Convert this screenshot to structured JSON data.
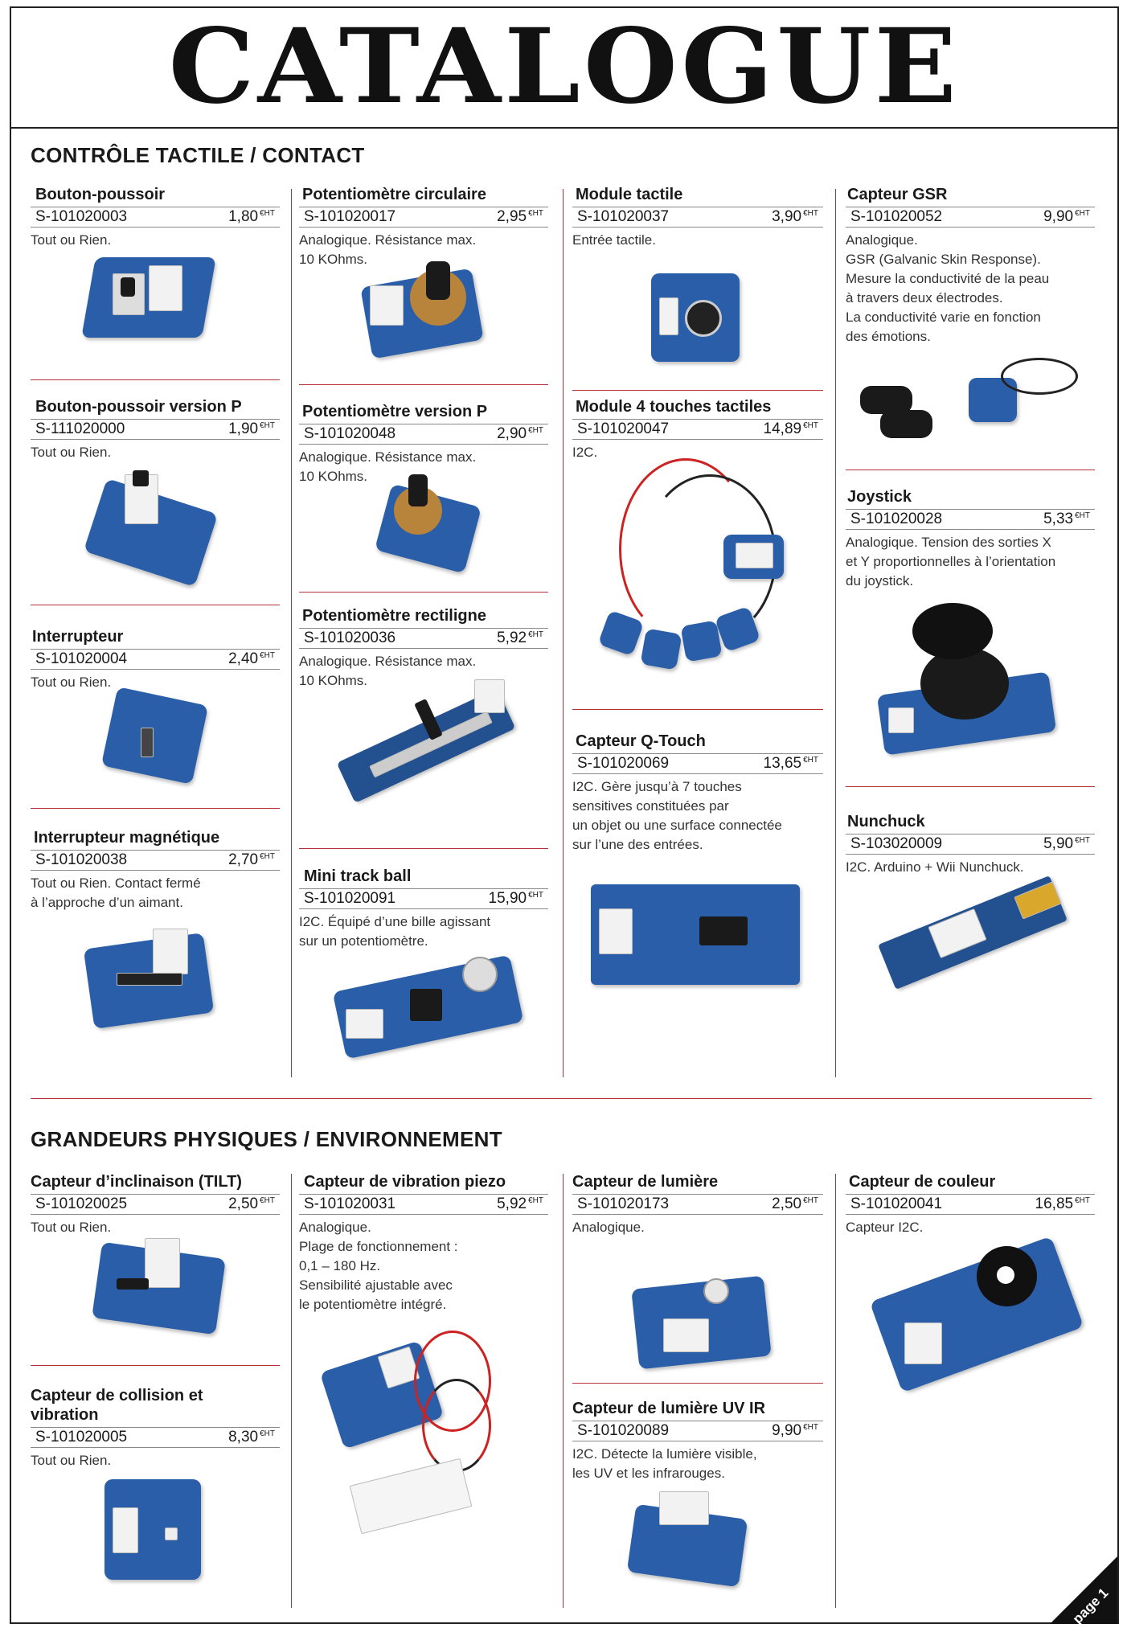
{
  "header": {
    "title": "CATALOGUE"
  },
  "sections": [
    {
      "title": "CONTRÔLE TACTILE / CONTACT"
    },
    {
      "title": "GRANDEURS PHYSIQUES / ENVIRONNEMENT"
    }
  ],
  "items": [
    {
      "name": "Bouton-poussoir",
      "ref": "S-101020003",
      "price": "1,80",
      "desc": "Tout ou Rien."
    },
    {
      "name": "Bouton-poussoir version P",
      "ref": "S-111020000",
      "price": "1,90",
      "desc": "Tout ou Rien."
    },
    {
      "name": "Interrupteur",
      "ref": "S-101020004",
      "price": "2,40",
      "desc": "Tout ou Rien."
    },
    {
      "name": "Interrupteur magnétique",
      "ref": "S-101020038",
      "price": "2,70",
      "desc": "Tout ou Rien. Contact fermé\nà l’approche d’un aimant."
    },
    {
      "name": "Potentiomètre circulaire",
      "ref": "S-101020017",
      "price": "2,95",
      "desc": "Analogique. Résistance max.\n10 KOhms."
    },
    {
      "name": "Potentiomètre version P",
      "ref": "S-101020048",
      "price": "2,90",
      "desc": "Analogique. Résistance max.\n10 KOhms."
    },
    {
      "name": "Potentiomètre rectiligne",
      "ref": "S-101020036",
      "price": "5,92",
      "desc": "Analogique. Résistance max.\n10 KOhms."
    },
    {
      "name": "Mini track ball",
      "ref": "S-101020091",
      "price": "15,90",
      "desc": "I2C. Équipé d’une bille agissant\nsur un potentiomètre."
    },
    {
      "name": "Module tactile",
      "ref": "S-101020037",
      "price": "3,90",
      "desc": "Entrée tactile."
    },
    {
      "name": "Module 4 touches tactiles",
      "ref": "S-101020047",
      "price": "14,89",
      "desc": "I2C."
    },
    {
      "name": "Capteur Q-Touch",
      "ref": "S-101020069",
      "price": "13,65",
      "desc": "I2C. Gère jusqu’à 7 touches\nsensitives constituées par\nun objet ou une surface connectée\nsur l’une des entrées."
    },
    {
      "name": "Capteur GSR",
      "ref": "S-101020052",
      "price": "9,90",
      "desc": "Analogique.\nGSR (Galvanic Skin Response).\nMesure la conductivité de la peau\nà travers deux électrodes.\nLa conductivité varie en fonction\ndes émotions."
    },
    {
      "name": "Joystick",
      "ref": "S-101020028",
      "price": "5,33",
      "desc": "Analogique. Tension des sorties X\net Y proportionnelles à l’orientation\ndu joystick."
    },
    {
      "name": "Nunchuck",
      "ref": "S-103020009",
      "price": "5,90",
      "desc": "I2C. Arduino + Wii Nunchuck."
    },
    {
      "name": "Capteur d’inclinaison (TILT)",
      "ref": "S-101020025",
      "price": "2,50",
      "desc": "Tout ou Rien."
    },
    {
      "name": "Capteur de collision et\nvibration",
      "ref": "S-101020005",
      "price": "8,30",
      "desc": "Tout ou Rien."
    },
    {
      "name": "Capteur de vibration piezo",
      "ref": "S-101020031",
      "price": "5,92",
      "desc": "Analogique.\nPlage de fonctionnement :\n0,1 – 180 Hz.\nSensibilité ajustable avec\nle potentiomètre intégré."
    },
    {
      "name": "Capteur de lumière",
      "ref": "S-101020173",
      "price": "2,50",
      "desc": "Analogique."
    },
    {
      "name": "Capteur de lumière UV IR",
      "ref": "S-101020089",
      "price": "9,90",
      "desc": "I2C. Détecte la lumière visible,\nles UV et les infrarouges."
    },
    {
      "name": "Capteur de couleur",
      "ref": "S-101020041",
      "price": "16,85",
      "desc": "Capteur I2C."
    }
  ],
  "price_unit": "€HT",
  "footer": {
    "page_label": "page 1"
  },
  "colors": {
    "accent_line": "#b5303a",
    "pcb_blue": "#2a5ea8"
  }
}
